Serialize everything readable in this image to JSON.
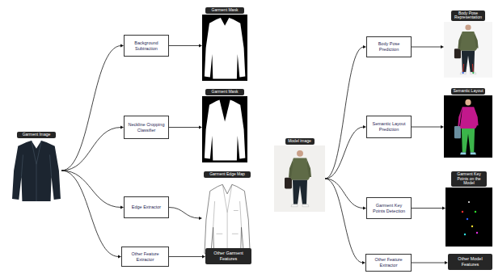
{
  "diagram": {
    "nodes": [
      {
        "text": [
          "Garment Image"
        ]
      },
      {
        "text": [
          "Background Subtraction"
        ]
      },
      {
        "text": [
          "Garment Mask"
        ]
      },
      {
        "text": [
          "Neckline Cropping Classifier"
        ]
      },
      {
        "text": [
          "Garment Mask"
        ]
      },
      {
        "text": [
          "Edge Extractor"
        ]
      },
      {
        "text": [
          "Garment Edge Map"
        ]
      },
      {
        "text": [
          "Other Feature Extractor"
        ]
      },
      {
        "text": [
          "Other Garment Features"
        ]
      },
      {
        "text": [
          "Model image"
        ]
      },
      {
        "text": [
          "Body Pose Prediction"
        ]
      },
      {
        "text": [
          "Body Pose Representation"
        ]
      },
      {
        "text": [
          "Semantic Layout Prediction"
        ]
      },
      {
        "text": [
          "Semantic Layout"
        ]
      },
      {
        "text": [
          "Garment Key Points Detection"
        ]
      },
      {
        "text": [
          "Garment Key Points on the Model"
        ]
      },
      {
        "text": [
          "Other Feature Extractor"
        ]
      },
      {
        "text": [
          "Other Model Features"
        ]
      }
    ],
    "edges": [
      {
        "from": 0,
        "to": 1,
        "arrow": "to"
      },
      {
        "from": 0,
        "to": 3,
        "arrow": "to"
      },
      {
        "from": 0,
        "to": 5,
        "arrow": "to"
      },
      {
        "from": 0,
        "to": 7,
        "arrow": "to"
      },
      {
        "from": 1,
        "to": 2,
        "arrow": "to"
      },
      {
        "from": 3,
        "to": 4,
        "arrow": "to"
      },
      {
        "from": 5,
        "to": 6,
        "arrow": "to"
      },
      {
        "from": 7,
        "to": 8,
        "arrow": "to"
      },
      {
        "from": 9,
        "to": 10,
        "arrow": "to"
      },
      {
        "from": 9,
        "to": 12,
        "arrow": "to"
      },
      {
        "from": 9,
        "to": 14,
        "arrow": "to"
      },
      {
        "from": 9,
        "to": 16,
        "arrow": "to"
      },
      {
        "from": 10,
        "to": 11,
        "arrow": "to"
      },
      {
        "from": 12,
        "to": 13,
        "arrow": "to"
      },
      {
        "from": 14,
        "to": 15,
        "arrow": "to"
      },
      {
        "from": 16,
        "to": 17,
        "arrow": "to"
      }
    ]
  }
}
